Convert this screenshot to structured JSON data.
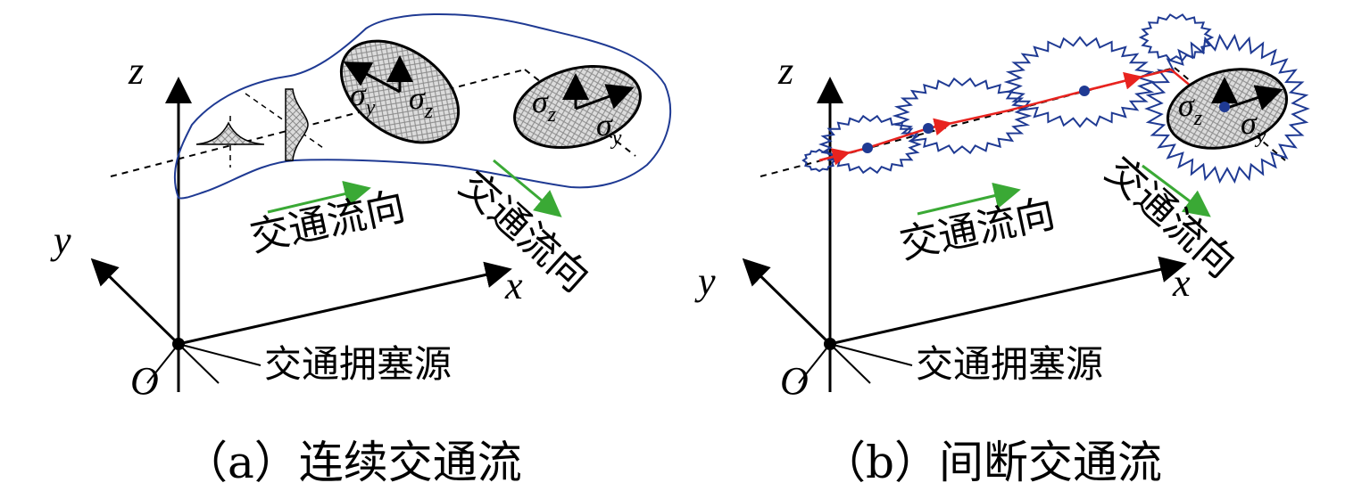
{
  "colors": {
    "axis": "#000000",
    "cloud_outline": "#1f3a93",
    "flow_arrow": "#3aa935",
    "path_line": "#e8231f",
    "node_dot": "#1f3a93",
    "ellipse_fill": "#d9d9d9"
  },
  "panel_a": {
    "axis_z": "z",
    "axis_y": "y",
    "axis_x": "x",
    "origin": "O",
    "source_label": "交通拥塞源",
    "flow_label_1": "交通流向",
    "flow_label_2": "交通流向",
    "sigma_1": {
      "a": "σ",
      "a_sub": "y",
      "b": "σ",
      "b_sub": "z"
    },
    "sigma_2": {
      "a": "σ",
      "a_sub": "z",
      "b": "σ",
      "b_sub": "y"
    },
    "caption": "（a）连续交通流"
  },
  "panel_b": {
    "axis_z": "z",
    "axis_y": "y",
    "axis_x": "x",
    "origin": "O",
    "source_label": "交通拥塞源",
    "flow_label_1": "交通流向",
    "flow_label_2": "交通流向",
    "sigma_1": {
      "a": "σ",
      "a_sub": "z",
      "b": "σ",
      "b_sub": "y"
    },
    "caption": "（b）间断交通流"
  }
}
